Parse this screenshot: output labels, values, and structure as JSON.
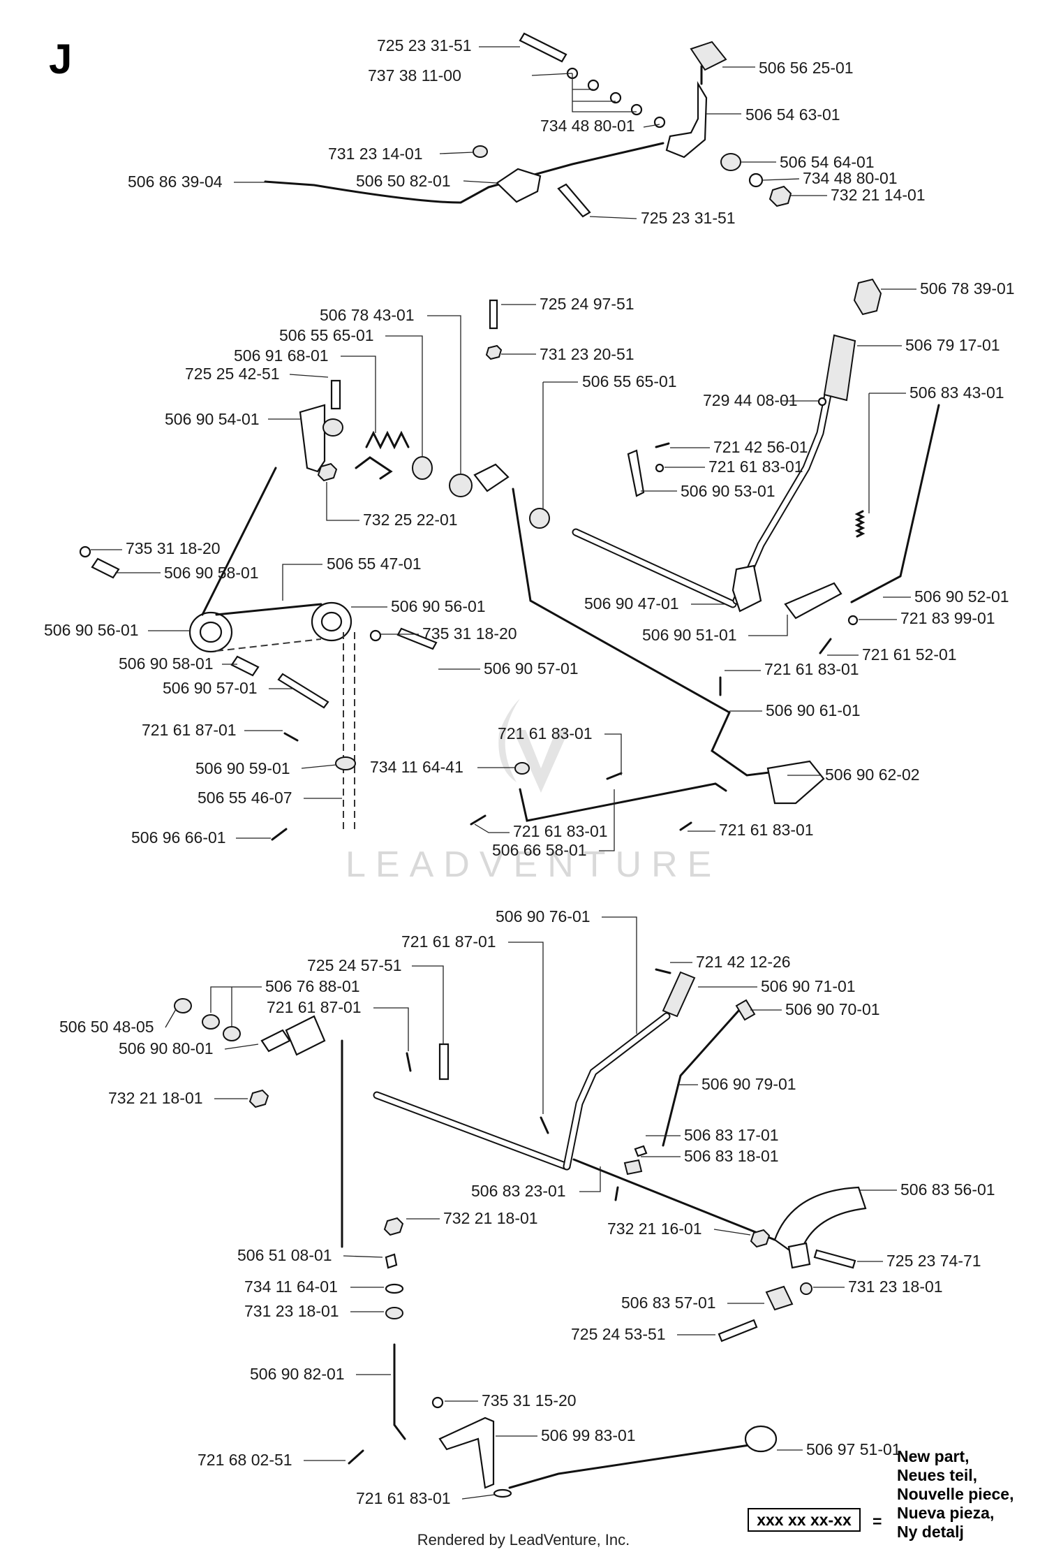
{
  "section_letter": "J",
  "watermark": "LEADVENTURE",
  "footer": "Rendered by LeadVenture, Inc.",
  "legend": {
    "box_text": "xxx xx xx-xx",
    "equals": "=",
    "lines": [
      "New part,",
      "Neues teil,",
      "Nouvelle piece,",
      "Nueva pieza,",
      "Ny detalj"
    ]
  },
  "callouts": [
    "725 23 31-51",
    "737 38 11-00",
    "734 48 80-01",
    "731 23 14-01",
    "506 86 39-04",
    "506 50 82-01",
    "725 23 31-51",
    "506 56 25-01",
    "506 54 63-01",
    "506 54 64-01",
    "734 48 80-01",
    "732 21 14-01",
    "506 78 43-01",
    "506 55 65-01",
    "506 91 68-01",
    "725 25 42-51",
    "506 90 54-01",
    "725 24 97-51",
    "731 23 20-51",
    "506 55 65-01",
    "506 78 39-01",
    "506 79 17-01",
    "729 44 08-01",
    "506 83 43-01",
    "721 42 56-01",
    "721 61 83-01",
    "506 90 53-01",
    "732 25 22-01",
    "735 31 18-20",
    "506 90 58-01",
    "506 55 47-01",
    "506 90 56-01",
    "506 90 56-01",
    "735 31 18-20",
    "506 90 58-01",
    "506 90 57-01",
    "506 90 57-01",
    "506 90 47-01",
    "506 90 52-01",
    "506 90 51-01",
    "721 83 99-01",
    "721 61 52-01",
    "721 61 83-01",
    "506 90 61-01",
    "721 61 87-01",
    "506 90 59-01",
    "721 61 83-01",
    "734 11 64-41",
    "506 90 62-02",
    "506 55 46-07",
    "506 96 66-01",
    "721 61 83-01",
    "506 66 58-01",
    "721 61 83-01",
    "506 90 76-01",
    "721 61 87-01",
    "721 42 12-26",
    "725 24 57-51",
    "506 90 71-01",
    "506 76 88-01",
    "506 90 70-01",
    "721 61 87-01",
    "506 50 48-05",
    "506 90 80-01",
    "506 90 79-01",
    "732 21 18-01",
    "506 83 17-01",
    "506 83 18-01",
    "506 83 56-01",
    "506 83 23-01",
    "732 21 18-01",
    "732 21 16-01",
    "506 51 08-01",
    "725 23 74-71",
    "734 11 64-01",
    "731 23 18-01",
    "731 23 18-01",
    "506 83 57-01",
    "725 24 53-51",
    "506 90 82-01",
    "735 31 15-20",
    "506 99 83-01",
    "506 97 51-01",
    "721 68 02-51",
    "721 61 83-01"
  ]
}
